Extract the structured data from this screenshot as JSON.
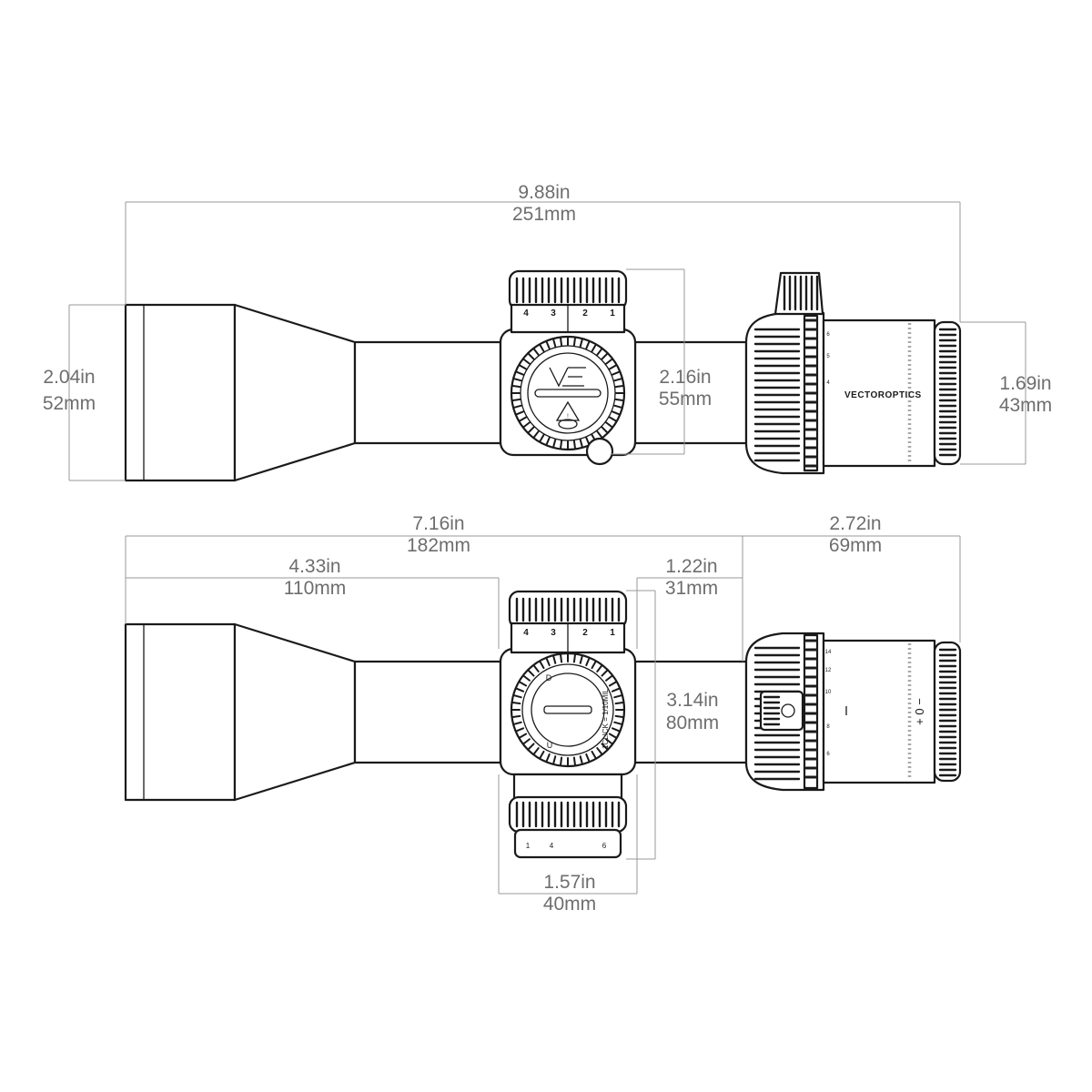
{
  "dimensions": {
    "overall_length": {
      "in": "9.88in",
      "mm": "251mm"
    },
    "objective_diameter": {
      "in": "2.04in",
      "mm": "52mm"
    },
    "turret_height": {
      "in": "2.16in",
      "mm": "55mm"
    },
    "eyepiece_diameter": {
      "in": "1.69in",
      "mm": "43mm"
    },
    "front_to_ocular": {
      "in": "7.16in",
      "mm": "182mm"
    },
    "ocular_length": {
      "in": "2.72in",
      "mm": "69mm"
    },
    "front_to_turret": {
      "in": "4.33in",
      "mm": "110mm"
    },
    "mount_length": {
      "in": "1.22in",
      "mm": "31mm"
    },
    "turret_width": {
      "in": "3.14in",
      "mm": "80mm"
    },
    "saddle_length": {
      "in": "1.57in",
      "mm": "40mm"
    }
  },
  "markings": {
    "brand": "VECTOROPTICS",
    "logo": "VE",
    "elevation_scale": [
      "4",
      "3",
      "2",
      "1"
    ],
    "magnification_scale_top": [
      "4",
      "5",
      "6"
    ],
    "magnification_scale_side": [
      "6",
      "8",
      "10",
      "12",
      "14"
    ],
    "parallax_scale": [
      "1",
      "4",
      "6"
    ],
    "windage_labels": [
      "U",
      "D",
      "1CLICK = 1/10MIL"
    ],
    "diopter_label": "+ 0 −"
  }
}
